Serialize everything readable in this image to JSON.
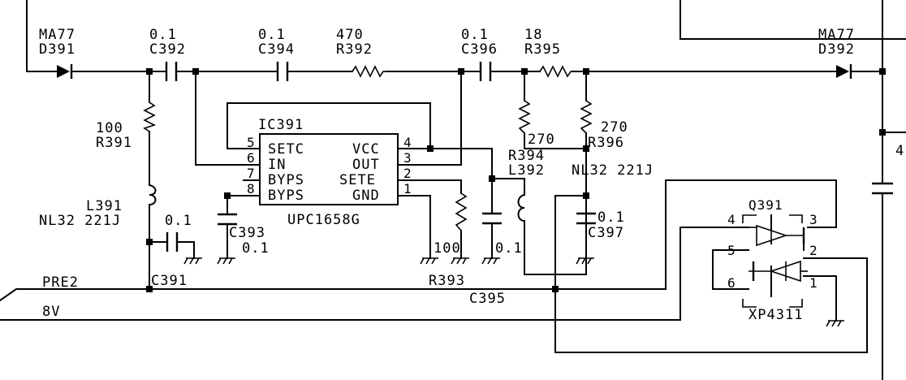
{
  "components": {
    "d391": {
      "part": "MA77",
      "ref": "D391"
    },
    "d392": {
      "part": "MA77",
      "ref": "D392"
    },
    "c392": {
      "value": "0.1",
      "ref": "C392"
    },
    "c394": {
      "value": "0.1",
      "ref": "C394"
    },
    "r392": {
      "value": "470",
      "ref": "R392"
    },
    "c396": {
      "value": "0.1",
      "ref": "C396"
    },
    "r395": {
      "value": "18",
      "ref": "R395"
    },
    "r391": {
      "value": "100",
      "ref": "R391"
    },
    "l391": {
      "ref": "L391",
      "part": "NL32 221J"
    },
    "c391": {
      "value": "0.1",
      "ref": "C391"
    },
    "c393": {
      "ref": "C393",
      "value": "0.1"
    },
    "r393": {
      "value": "100",
      "ref": "R393"
    },
    "c395": {
      "value": "0.1",
      "ref": "C395"
    },
    "r394": {
      "value": "270",
      "ref": "R394"
    },
    "l392": {
      "ref": "L392",
      "part": "NL32 221J"
    },
    "r396": {
      "value": "270",
      "ref": "R396"
    },
    "c397": {
      "value": "0.1",
      "ref": "C397"
    },
    "right_cap": {
      "value": "4"
    }
  },
  "ic391": {
    "ref": "IC391",
    "part": "UPC1658G",
    "pins_left": [
      {
        "num": "5",
        "name": "SETC"
      },
      {
        "num": "6",
        "name": "IN"
      },
      {
        "num": "7",
        "name": "BYPS"
      },
      {
        "num": "8",
        "name": "BYPS"
      }
    ],
    "pins_right": [
      {
        "num": "4",
        "name": "VCC"
      },
      {
        "num": "3",
        "name": "OUT"
      },
      {
        "num": "2",
        "name": "SETE"
      },
      {
        "num": "1",
        "name": "GND"
      }
    ]
  },
  "q391": {
    "ref": "Q391",
    "part": "XP4311",
    "pins": [
      "4",
      "3",
      "5",
      "2",
      "6",
      "1"
    ]
  },
  "nets": {
    "pre2": "PRE2",
    "v8": "8V"
  }
}
